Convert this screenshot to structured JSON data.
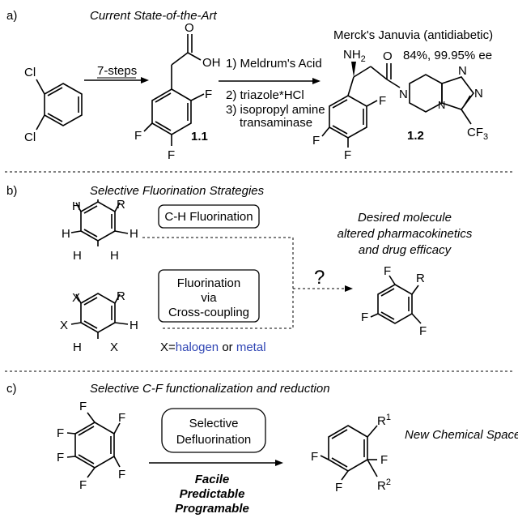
{
  "colors": {
    "red": "#e02020",
    "blue": "#2f45b4",
    "purple": "#8a2be2",
    "black": "#000000"
  },
  "panel_a": {
    "letter": "a)",
    "title": "Current State-of-the-Art",
    "arrow1": "7-steps",
    "step1": "1) Meldrum's Acid",
    "step2": "2) triazole*HCl",
    "step3": "3) isopropyl amine",
    "step3b": "transaminase",
    "product_name": "Merck's Januvia (antidiabetic)",
    "yield": "84%, 99.95% ee",
    "cmpd1": "1.1",
    "cmpd2": "1.2",
    "cl": "Cl",
    "oh": "OH",
    "o": "O",
    "n": "N",
    "nh2": "NH",
    "nh2_sub": "2",
    "cf3": "CF",
    "cf3_sub": "3",
    "f": "F"
  },
  "panel_b": {
    "letter": "b)",
    "title": "Selective Fluorination Strategies",
    "box1": "C-H Fluorination",
    "box2_l1": "Fluorination",
    "box2_l2": "via",
    "box2_l3": "Cross-coupling",
    "q": "?",
    "desired_l1": "Desired molecule",
    "desired_l2": "altered pharmacokinetics",
    "desired_l3": "and drug efficacy",
    "x_eq": "X=",
    "halogen": "halogen",
    "or": " or ",
    "metal": "metal",
    "h": "H",
    "r": "R",
    "x": "X",
    "f": "F"
  },
  "panel_c": {
    "letter": "c)",
    "title": "Selective C-F functionalization and reduction",
    "box_l1": "Selective",
    "box_l2": "Defluorination",
    "facile": "Facile",
    "predictable": "Predictable",
    "programable": "Programable",
    "new_space": "New Chemical Space!",
    "f": "F",
    "r": "R",
    "r1": "1",
    "r2": "2"
  }
}
